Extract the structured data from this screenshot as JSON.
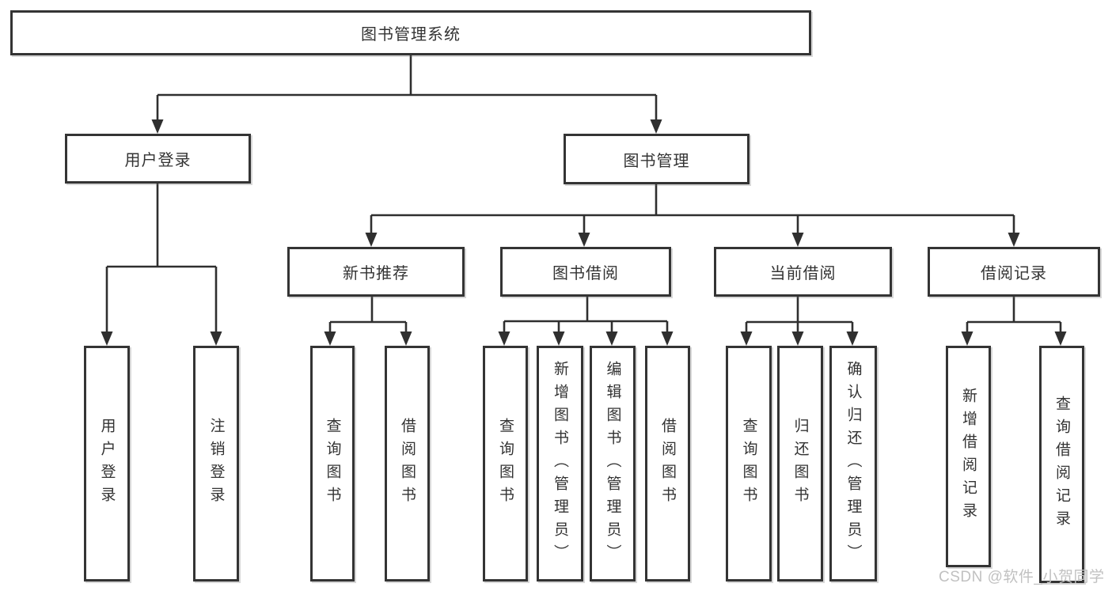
{
  "tree": {
    "label": "图书管理系统",
    "children": [
      {
        "label": "用户登录",
        "children": [
          {
            "label": "用户登录"
          },
          {
            "label": "注销登录"
          }
        ]
      },
      {
        "label": "图书管理",
        "children": [
          {
            "label": "新书推荐",
            "children": [
              {
                "label": "查询图书"
              },
              {
                "label": "借阅图书"
              }
            ]
          },
          {
            "label": "图书借阅",
            "children": [
              {
                "label": "查询图书"
              },
              {
                "label": "新增图书（管理员）"
              },
              {
                "label": "编辑图书（管理员）"
              },
              {
                "label": "借阅图书"
              }
            ]
          },
          {
            "label": "当前借阅",
            "children": [
              {
                "label": "查询图书"
              },
              {
                "label": "归还图书"
              },
              {
                "label": "确认归还（管理员）"
              }
            ]
          },
          {
            "label": "借阅记录",
            "children": [
              {
                "label": "新增借阅记录"
              },
              {
                "label": "查询借阅记录"
              }
            ]
          }
        ]
      }
    ]
  },
  "watermark": {
    "text": "CSDN @软件_小贺同学"
  },
  "colors": {
    "line": "#2f2f2f",
    "box_border": "#343434",
    "text": "#333333",
    "watermark": "#c1c1c1",
    "background": "#ffffff"
  }
}
